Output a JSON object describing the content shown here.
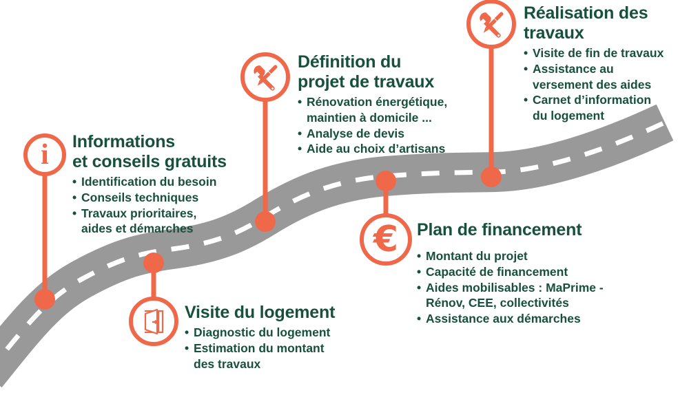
{
  "theme": {
    "accent": "#F0684A",
    "text_green": "#17503D",
    "road_gray": "#999999",
    "road_dash": "#FFFFFF",
    "background": "#FFFFFF"
  },
  "road": {
    "name": "winding-road-path",
    "dash_style": "dashed-center-line"
  },
  "steps": [
    {
      "id": "informations",
      "icon": "info-icon",
      "icon_glyph": "i",
      "title": "Informations\net conseils gratuits",
      "bullets": [
        "Identification du besoin",
        "Conseils techniques",
        "Travaux prioritaires,\naides et démarches"
      ]
    },
    {
      "id": "visite-logement",
      "icon": "open-door-icon",
      "icon_glyph": "",
      "title": "Visite du logement",
      "bullets": [
        "Diagnostic du logement",
        "Estimation du montant\ndes travaux"
      ]
    },
    {
      "id": "definition-projet",
      "icon": "wrench-screwdriver-icon",
      "icon_glyph": "",
      "title": "Définition du\nprojet de travaux",
      "bullets": [
        "Rénovation énergétique,\nmaintien à domicile ...",
        "Analyse de devis",
        "Aide au choix d’artisans"
      ]
    },
    {
      "id": "plan-financement",
      "icon": "euro-icon",
      "icon_glyph": "€",
      "title": "Plan de financement",
      "bullets": [
        "Montant du projet",
        "Capacité de financement",
        "Aides mobilisables : MaPrime -\nRénov, CEE, collectivités",
        "Assistance aux démarches"
      ]
    },
    {
      "id": "realisation-travaux",
      "icon": "wrench-screwdriver-icon",
      "icon_glyph": "",
      "title": "Réalisation des\ntravaux",
      "bullets": [
        "Visite de fin de travaux",
        "Assistance au\nversement des aides",
        "Carnet d’information\ndu logement"
      ]
    }
  ]
}
